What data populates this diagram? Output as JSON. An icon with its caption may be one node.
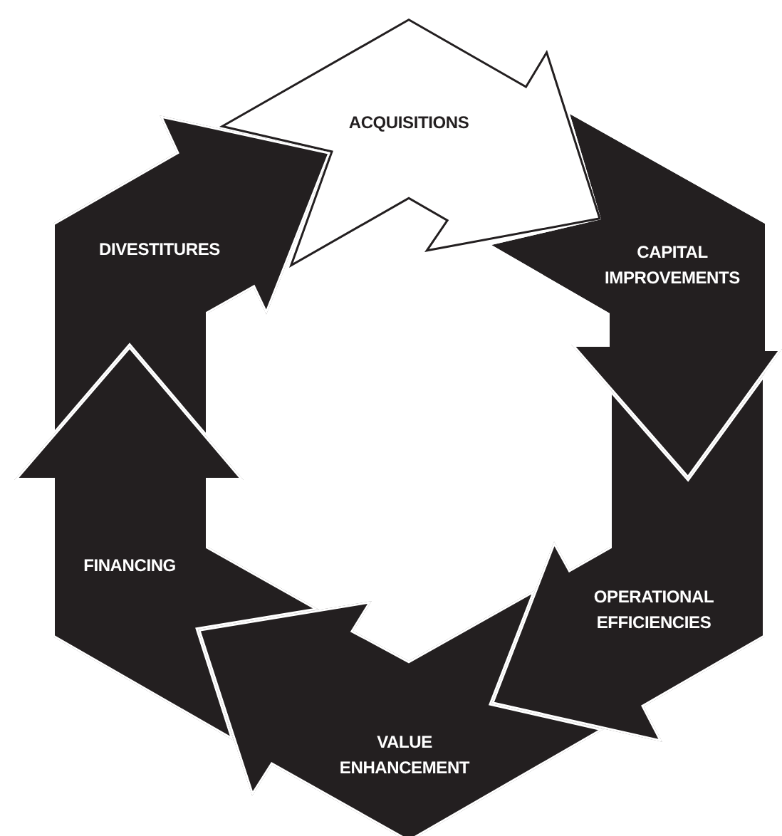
{
  "diagram": {
    "nodes": [
      {
        "text": [
          "ACQUISITIONS"
        ]
      },
      {
        "text": [
          "DIVESTITURES"
        ]
      },
      {
        "text": [
          "CAPITAL IMPROVEMENTS"
        ]
      },
      {
        "text": [
          "FINANCING"
        ]
      },
      {
        "text": [
          "OPERATIONAL EFFICIENCIES"
        ]
      },
      {
        "text": [
          "VALUE ENHANCEMENT"
        ]
      }
    ]
  }
}
